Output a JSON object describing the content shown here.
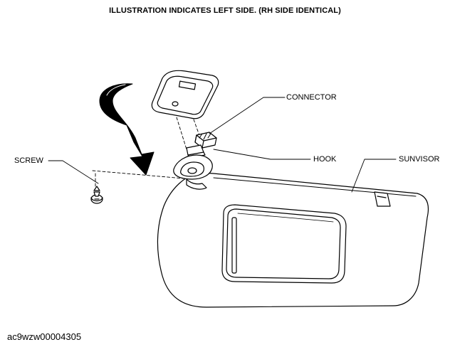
{
  "header": {
    "title": "ILLUSTRATION INDICATES LEFT SIDE. (RH SIDE IDENTICAL)"
  },
  "labels": {
    "connector": "CONNECTOR",
    "hook": "HOOK",
    "screw": "SCREW",
    "sunvisor": "SUNVISOR"
  },
  "footer": {
    "figure_id": "ac9wzw00004305"
  }
}
